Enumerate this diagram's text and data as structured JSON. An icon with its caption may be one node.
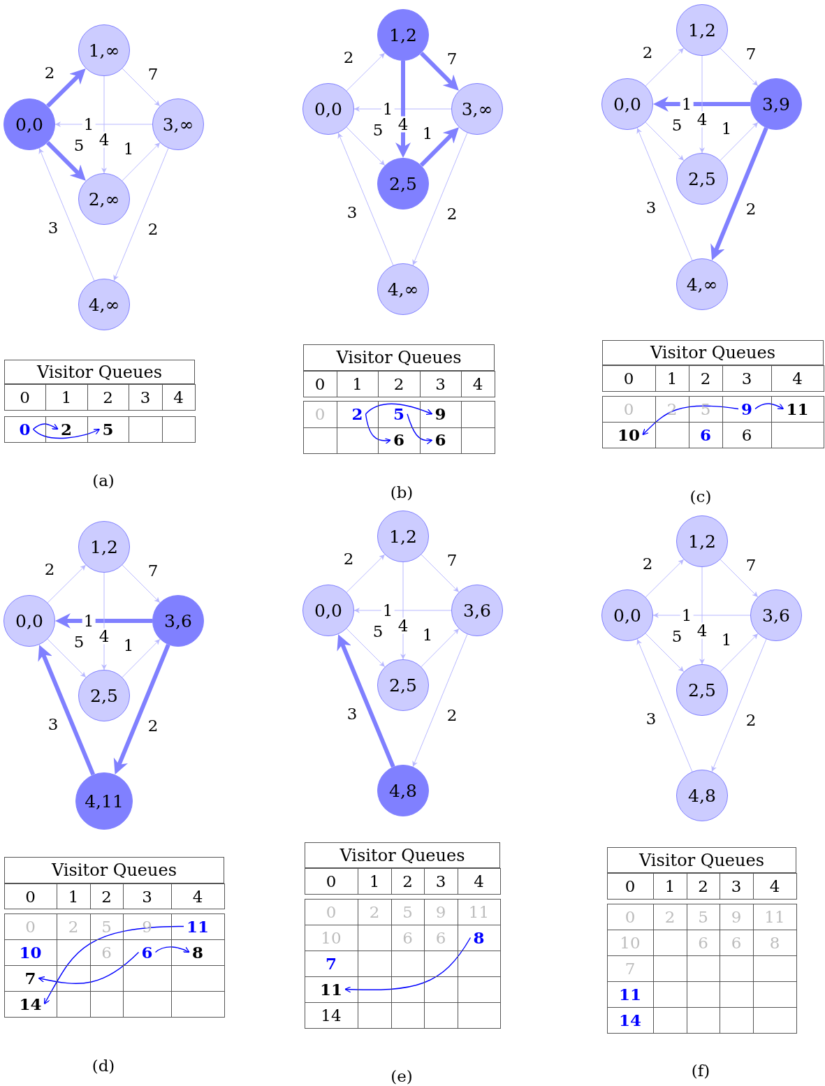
{
  "diagram": {
    "nodes": [
      {
        "text": [
          "0,0"
        ]
      },
      {
        "text": [
          "1,∞"
        ]
      },
      {
        "text": [
          "2,∞"
        ]
      },
      {
        "text": [
          "3,∞"
        ]
      },
      {
        "text": [
          "4,∞"
        ]
      },
      {
        "text": [
          "Visitor Queues"
        ]
      },
      {
        "text": [
          "0"
        ],
        "in": 5
      },
      {
        "text": [
          "1"
        ],
        "in": 5
      },
      {
        "text": [
          "2"
        ],
        "in": 5
      },
      {
        "text": [
          "3"
        ],
        "in": 5
      },
      {
        "text": [
          "4"
        ],
        "in": 5
      },
      {
        "text": [
          "0"
        ],
        "in": 5
      },
      {
        "text": [
          "2"
        ],
        "in": 5
      },
      {
        "text": [
          "5"
        ],
        "in": 5
      },
      {
        "text": [
          "0,0"
        ]
      },
      {
        "text": [
          "1,2"
        ]
      },
      {
        "text": [
          "2,5"
        ]
      },
      {
        "text": [
          "3,∞"
        ]
      },
      {
        "text": [
          "4,∞"
        ]
      },
      {
        "text": [
          "Visitor Queues"
        ]
      },
      {
        "text": [
          "0"
        ],
        "in": 19
      },
      {
        "text": [
          "1"
        ],
        "in": 19
      },
      {
        "text": [
          "2"
        ],
        "in": 19
      },
      {
        "text": [
          "3"
        ],
        "in": 19
      },
      {
        "text": [
          "4"
        ],
        "in": 19
      },
      {
        "text": [
          "0"
        ],
        "in": 19
      },
      {
        "text": [
          "2"
        ],
        "in": 19
      },
      {
        "text": [
          "5"
        ],
        "in": 19
      },
      {
        "text": [
          "9"
        ],
        "in": 19
      },
      {
        "text": [
          "6"
        ],
        "in": 19
      },
      {
        "text": [
          "6"
        ],
        "in": 19
      },
      {
        "text": [
          "0,0"
        ]
      },
      {
        "text": [
          "1,2"
        ]
      },
      {
        "text": [
          "2,5"
        ]
      },
      {
        "text": [
          "3,9"
        ]
      },
      {
        "text": [
          "4,∞"
        ]
      },
      {
        "text": [
          "Visitor Queues"
        ]
      },
      {
        "text": [
          "0"
        ],
        "in": 36
      },
      {
        "text": [
          "1"
        ],
        "in": 36
      },
      {
        "text": [
          "2"
        ],
        "in": 36
      },
      {
        "text": [
          "3"
        ],
        "in": 36
      },
      {
        "text": [
          "4"
        ],
        "in": 36
      },
      {
        "text": [
          "0"
        ],
        "in": 36
      },
      {
        "text": [
          "2"
        ],
        "in": 36
      },
      {
        "text": [
          "5"
        ],
        "in": 36
      },
      {
        "text": [
          "9"
        ],
        "in": 36
      },
      {
        "text": [
          "11"
        ],
        "in": 36
      },
      {
        "text": [
          "10"
        ],
        "in": 36
      },
      {
        "text": [
          "6"
        ],
        "in": 36
      },
      {
        "text": [
          "6"
        ],
        "in": 36
      },
      {
        "text": [
          "0,0"
        ]
      },
      {
        "text": [
          "1,2"
        ]
      },
      {
        "text": [
          "2,5"
        ]
      },
      {
        "text": [
          "3,6"
        ]
      },
      {
        "text": [
          "4,11"
        ]
      },
      {
        "text": [
          "Visitor Queues"
        ]
      },
      {
        "text": [
          "0"
        ],
        "in": 55
      },
      {
        "text": [
          "1"
        ],
        "in": 55
      },
      {
        "text": [
          "2"
        ],
        "in": 55
      },
      {
        "text": [
          "3"
        ],
        "in": 55
      },
      {
        "text": [
          "4"
        ],
        "in": 55
      },
      {
        "text": [
          "0"
        ],
        "in": 55
      },
      {
        "text": [
          "2"
        ],
        "in": 55
      },
      {
        "text": [
          "5"
        ],
        "in": 55
      },
      {
        "text": [
          "9"
        ],
        "in": 55
      },
      {
        "text": [
          "11"
        ],
        "in": 55
      },
      {
        "text": [
          "10"
        ],
        "in": 55
      },
      {
        "text": [
          "6"
        ],
        "in": 55
      },
      {
        "text": [
          "6"
        ],
        "in": 55
      },
      {
        "text": [
          "8"
        ],
        "in": 55
      },
      {
        "text": [
          "7"
        ],
        "in": 55
      },
      {
        "text": [
          "14"
        ],
        "in": 55
      },
      {
        "text": [
          "0,0"
        ]
      },
      {
        "text": [
          "1,2"
        ]
      },
      {
        "text": [
          "2,5"
        ]
      },
      {
        "text": [
          "3,6"
        ]
      },
      {
        "text": [
          "4,8"
        ]
      },
      {
        "text": [
          "Visitor Queues"
        ]
      },
      {
        "text": [
          "0"
        ],
        "in": 77
      },
      {
        "text": [
          "1"
        ],
        "in": 77
      },
      {
        "text": [
          "2"
        ],
        "in": 77
      },
      {
        "text": [
          "3"
        ],
        "in": 77
      },
      {
        "text": [
          "4"
        ],
        "in": 77
      },
      {
        "text": [
          "0"
        ],
        "in": 77
      },
      {
        "text": [
          "2"
        ],
        "in": 77
      },
      {
        "text": [
          "5"
        ],
        "in": 77
      },
      {
        "text": [
          "9"
        ],
        "in": 77
      },
      {
        "text": [
          "11"
        ],
        "in": 77
      },
      {
        "text": [
          "10"
        ],
        "in": 77
      },
      {
        "text": [
          "6"
        ],
        "in": 77
      },
      {
        "text": [
          "6"
        ],
        "in": 77
      },
      {
        "text": [
          "8"
        ],
        "in": 77
      },
      {
        "text": [
          "7"
        ],
        "in": 77
      },
      {
        "text": [
          "11"
        ],
        "in": 77
      },
      {
        "text": [
          "14"
        ],
        "in": 77
      },
      {
        "text": [
          "0,0"
        ]
      },
      {
        "text": [
          "1,2"
        ]
      },
      {
        "text": [
          "2,5"
        ]
      },
      {
        "text": [
          "3,6"
        ]
      },
      {
        "text": [
          "4,8"
        ]
      },
      {
        "text": [
          "Visitor Queues"
        ]
      },
      {
        "text": [
          "0"
        ],
        "in": 100
      },
      {
        "text": [
          "1"
        ],
        "in": 100
      },
      {
        "text": [
          "2"
        ],
        "in": 100
      },
      {
        "text": [
          "3"
        ],
        "in": 100
      },
      {
        "text": [
          "4"
        ],
        "in": 100
      },
      {
        "text": [
          "0"
        ],
        "in": 100
      },
      {
        "text": [
          "2"
        ],
        "in": 100
      },
      {
        "text": [
          "5"
        ],
        "in": 100
      },
      {
        "text": [
          "9"
        ],
        "in": 100
      },
      {
        "text": [
          "11"
        ],
        "in": 100
      },
      {
        "text": [
          "10"
        ],
        "in": 100
      },
      {
        "text": [
          "6"
        ],
        "in": 100
      },
      {
        "text": [
          "6"
        ],
        "in": 100
      },
      {
        "text": [
          "8"
        ],
        "in": 100
      },
      {
        "text": [
          "7"
        ],
        "in": 100
      },
      {
        "text": [
          "11"
        ],
        "in": 100
      },
      {
        "text": [
          "14"
        ],
        "in": 100
      }
    ],
    "edges": [
      {
        "from": 0,
        "to": 1,
        "arrow": "to",
        "label": "2",
        "style": "thick",
        "color": "#8080ff"
      },
      {
        "from": 1,
        "to": 3,
        "arrow": "to",
        "label": "7"
      },
      {
        "from": 3,
        "to": 0,
        "arrow": "to",
        "label": "1"
      },
      {
        "from": 1,
        "to": 2,
        "arrow": "to",
        "label": "4"
      },
      {
        "from": 0,
        "to": 2,
        "arrow": "to",
        "label": "5",
        "style": "thick",
        "color": "#8080ff"
      },
      {
        "from": 2,
        "to": 3,
        "arrow": "to",
        "label": "1"
      },
      {
        "from": 3,
        "to": 4,
        "arrow": "to",
        "label": "2"
      },
      {
        "from": 4,
        "to": 0,
        "arrow": "to",
        "label": "3"
      },
      {
        "from": 11,
        "to": 12,
        "arrow": "to",
        "color": "#0000ff"
      },
      {
        "from": 11,
        "to": 13,
        "arrow": "to",
        "color": "#0000ff"
      },
      {
        "from": 14,
        "to": 15,
        "arrow": "to",
        "label": "2"
      },
      {
        "from": 15,
        "to": 17,
        "arrow": "to",
        "label": "7",
        "style": "thick",
        "color": "#8080ff"
      },
      {
        "from": 17,
        "to": 14,
        "arrow": "to",
        "label": "1"
      },
      {
        "from": 15,
        "to": 16,
        "arrow": "to",
        "label": "4",
        "style": "thick",
        "color": "#8080ff"
      },
      {
        "from": 14,
        "to": 16,
        "arrow": "to",
        "label": "5"
      },
      {
        "from": 16,
        "to": 17,
        "arrow": "to",
        "label": "1",
        "style": "thick",
        "color": "#8080ff"
      },
      {
        "from": 17,
        "to": 18,
        "arrow": "to",
        "label": "2"
      },
      {
        "from": 18,
        "to": 14,
        "arrow": "to",
        "label": "3"
      },
      {
        "from": 26,
        "to": 28,
        "arrow": "to",
        "color": "#0000ff"
      },
      {
        "from": 26,
        "to": 29,
        "arrow": "to",
        "color": "#0000ff"
      },
      {
        "from": 27,
        "to": 30,
        "arrow": "to",
        "color": "#0000ff"
      },
      {
        "from": 31,
        "to": 32,
        "arrow": "to",
        "label": "2"
      },
      {
        "from": 32,
        "to": 34,
        "arrow": "to",
        "label": "7"
      },
      {
        "from": 34,
        "to": 31,
        "arrow": "to",
        "label": "1",
        "style": "thick",
        "color": "#8080ff"
      },
      {
        "from": 32,
        "to": 33,
        "arrow": "to",
        "label": "4"
      },
      {
        "from": 31,
        "to": 33,
        "arrow": "to",
        "label": "5"
      },
      {
        "from": 33,
        "to": 34,
        "arrow": "to",
        "label": "1"
      },
      {
        "from": 34,
        "to": 35,
        "arrow": "to",
        "label": "2",
        "style": "thick",
        "color": "#8080ff"
      },
      {
        "from": 35,
        "to": 31,
        "arrow": "to",
        "label": "3"
      },
      {
        "from": 45,
        "to": 46,
        "arrow": "to",
        "color": "#0000ff"
      },
      {
        "from": 45,
        "to": 47,
        "arrow": "to",
        "color": "#0000ff"
      },
      {
        "from": 50,
        "to": 51,
        "arrow": "to",
        "label": "2"
      },
      {
        "from": 51,
        "to": 53,
        "arrow": "to",
        "label": "7"
      },
      {
        "from": 53,
        "to": 50,
        "arrow": "to",
        "label": "1",
        "style": "thick",
        "color": "#8080ff"
      },
      {
        "from": 51,
        "to": 52,
        "arrow": "to",
        "label": "4"
      },
      {
        "from": 50,
        "to": 52,
        "arrow": "to",
        "label": "5"
      },
      {
        "from": 52,
        "to": 53,
        "arrow": "to",
        "label": "1"
      },
      {
        "from": 53,
        "to": 54,
        "arrow": "to",
        "label": "2",
        "style": "thick",
        "color": "#8080ff"
      },
      {
        "from": 54,
        "to": 50,
        "arrow": "to",
        "label": "3",
        "style": "thick",
        "color": "#8080ff"
      },
      {
        "from": 65,
        "to": 71,
        "arrow": "to",
        "color": "#0000ff"
      },
      {
        "from": 68,
        "to": 70,
        "arrow": "to",
        "color": "#0000ff"
      },
      {
        "from": 68,
        "to": 69,
        "arrow": "to",
        "color": "#0000ff"
      },
      {
        "from": 72,
        "to": 73,
        "arrow": "to",
        "label": "2"
      },
      {
        "from": 73,
        "to": 75,
        "arrow": "to",
        "label": "7"
      },
      {
        "from": 75,
        "to": 72,
        "arrow": "to",
        "label": "1"
      },
      {
        "from": 73,
        "to": 74,
        "arrow": "to",
        "label": "4"
      },
      {
        "from": 72,
        "to": 74,
        "arrow": "to",
        "label": "5"
      },
      {
        "from": 74,
        "to": 75,
        "arrow": "to",
        "label": "1"
      },
      {
        "from": 75,
        "to": 76,
        "arrow": "to",
        "label": "2"
      },
      {
        "from": 76,
        "to": 72,
        "arrow": "to",
        "label": "3",
        "style": "thick",
        "color": "#8080ff"
      },
      {
        "from": 91,
        "to": 93,
        "arrow": "to",
        "color": "#0000ff"
      },
      {
        "from": 95,
        "to": 96,
        "arrow": "to",
        "label": "2"
      },
      {
        "from": 96,
        "to": 98,
        "arrow": "to",
        "label": "7"
      },
      {
        "from": 98,
        "to": 95,
        "arrow": "to",
        "label": "1"
      },
      {
        "from": 96,
        "to": 97,
        "arrow": "to",
        "label": "4"
      },
      {
        "from": 95,
        "to": 97,
        "arrow": "to",
        "label": "5"
      },
      {
        "from": 97,
        "to": 98,
        "arrow": "to",
        "label": "1"
      },
      {
        "from": 98,
        "to": 99,
        "arrow": "to",
        "label": "2"
      },
      {
        "from": 99,
        "to": 95,
        "arrow": "to",
        "label": "3"
      }
    ],
    "labels": [
      "(a)",
      "(b)",
      "(c)",
      "(d)",
      "(e)",
      "(f)"
    ]
  }
}
